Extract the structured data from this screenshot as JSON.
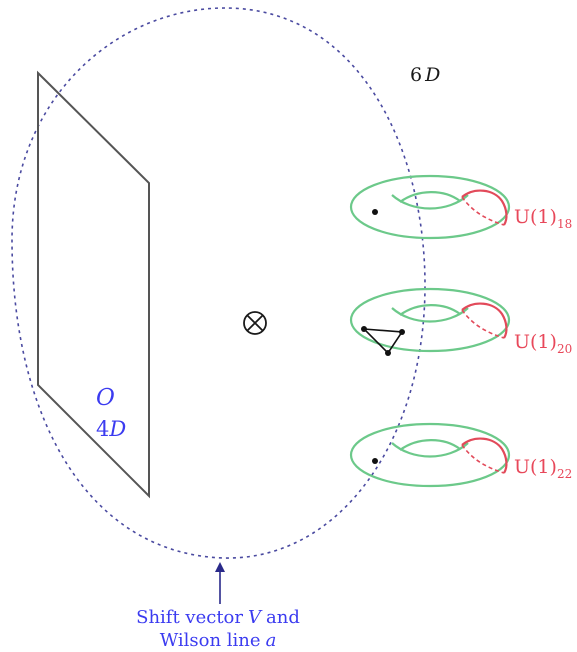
{
  "labels": {
    "dimension_6d": "6",
    "dimension_6d_var": "D",
    "orbifold": "O",
    "dimension_4d": "4",
    "dimension_4d_var": "D",
    "arrow_line1_text": "Shift vector",
    "arrow_line1_var": "V",
    "arrow_line1_tail": "and",
    "arrow_line2_text": "Wilson line",
    "arrow_line2_var": "a"
  },
  "tori": [
    {
      "factor": "U(1)",
      "subscript": "18"
    },
    {
      "factor": "U(1)",
      "subscript": "20"
    },
    {
      "factor": "U(1)",
      "subscript": "22"
    }
  ],
  "symbols": {
    "otimes": "⊗"
  },
  "colors": {
    "torus": "#6cc98a",
    "cycle": "#e24a5a",
    "dashed_boundary": "#4a4aa0",
    "brane": "#555555",
    "orbifold_text": "#3b3bf0"
  }
}
